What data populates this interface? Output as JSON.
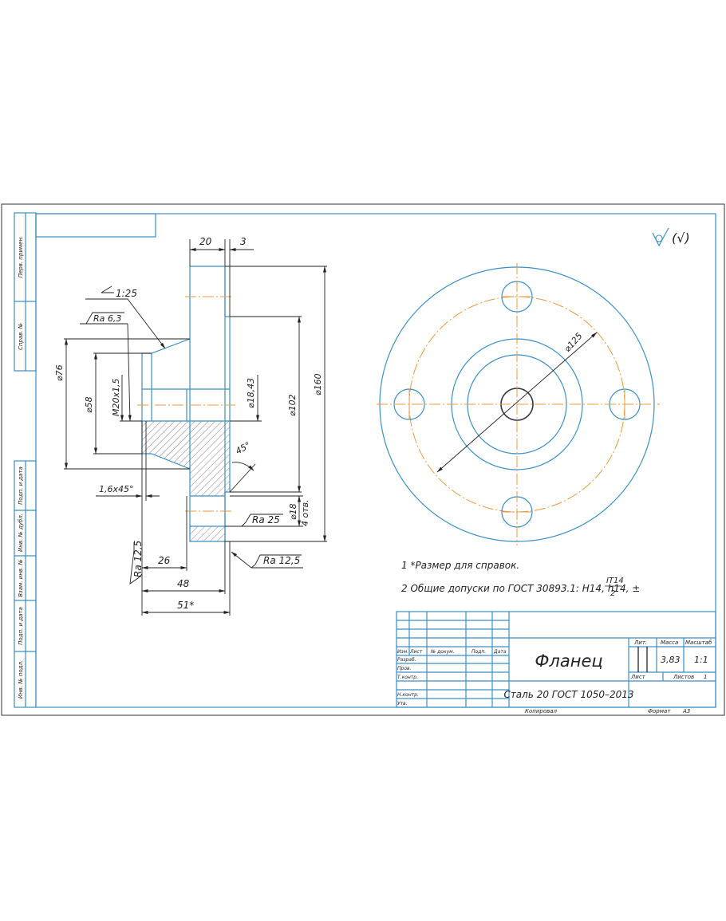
{
  "sheet": {
    "side_labels": [
      "Перв. примен.",
      "Справ. №",
      "Подп. и дата",
      "Инв. № дубл.",
      "Взам. инв. №",
      "Подп. и дата",
      "Инв. № подл."
    ],
    "roughness_other": "(√)"
  },
  "section_view": {
    "dims": {
      "width_flange": "20",
      "raised_face": "3",
      "taper": "1:25",
      "ra_6_3": "Ra 6,3",
      "d76": "⌀76",
      "d58": "⌀58",
      "thread": "M20x1,5",
      "d18_43": "⌀18,43",
      "d102": "⌀102",
      "d160": "⌀160",
      "angle45": "45°",
      "chamfer": "1,6x45°",
      "d18": "⌀18",
      "holes": "4 отв.",
      "ra_25": "Ra 25",
      "ra_12_5_right": "Ra 12,5",
      "ra_12_5_left": "Ra 12,5",
      "len26": "26",
      "len48": "48",
      "len51": "51*"
    }
  },
  "front_view": {
    "bolt_circle_dim": "⌀125"
  },
  "notes": [
    "1  *Размер для справок.",
    "2  Общие допуски по ГОСТ 30893.1: H14, h14, ±"
  ],
  "note_fraction": {
    "num": "IT14",
    "den": "2"
  },
  "title_block": {
    "headers": [
      "Изм.",
      "Лист",
      "№ докум.",
      "Подп.",
      "Дата"
    ],
    "roles": [
      "Разраб.",
      "Пров.",
      "Т.контр.",
      "",
      "Н.контр.",
      "Утв."
    ],
    "part_name": "Фланец",
    "material": "Сталь 20 ГОСТ 1050–2013",
    "lit_label": "Лит.",
    "mass_label": "Масса",
    "scale_label": "Масштаб",
    "mass": "3,83",
    "scale": "1:1",
    "sheet_label": "Лист",
    "sheets_label": "Листов",
    "sheets": "1",
    "copied": "Копировал",
    "format_label": "Формат",
    "format": "А3"
  }
}
